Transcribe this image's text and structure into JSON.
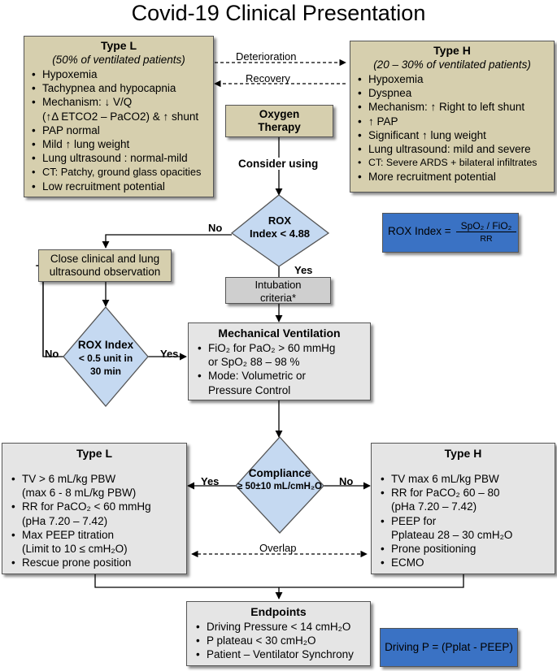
{
  "title": "Covid-19 Clinical Presentation",
  "type_l_top": {
    "title": "Type L",
    "subtitle": "(50% of ventilated patients)",
    "items": [
      [
        "Hypoxemia"
      ],
      [
        "Tachypnea and hypocapnia"
      ],
      [
        "Mechanism: ↓ V/Q",
        "(↑Δ ETCO2 – PaCO2) & ↑ shunt"
      ],
      [
        "PAP normal"
      ],
      [
        "Mild ↑ lung weight"
      ],
      [
        "Lung ultrasound : normal-mild"
      ],
      [
        "CT: Patchy, ground glass opacities"
      ],
      [
        "Low recruitment potential"
      ]
    ]
  },
  "type_h_top": {
    "title": "Type H",
    "subtitle": "(20 – 30% of ventilated patients)",
    "items": [
      [
        "Hypoxemia"
      ],
      [
        "Dyspnea"
      ],
      [
        "Mechanism: ↑ Right to left shunt"
      ],
      [
        "↑ PAP"
      ],
      [
        "Significant ↑ lung weight"
      ],
      [
        "Lung ultrasound: mild and severe"
      ],
      [
        "CT:  Severe ARDS + bilateral infiltrates"
      ],
      [
        "More recruitment potential"
      ]
    ]
  },
  "arrows": {
    "deterioration": "Deterioration",
    "recovery": "Recovery",
    "consider": "Consider using",
    "no_rox": "No",
    "yes_rox": "Yes",
    "no_rox2": "No",
    "yes_rox2": "Yes",
    "yes_comp": "Yes",
    "no_comp": "No",
    "overlap": "Overlap"
  },
  "oxygen": {
    "line1": "Oxygen",
    "line2": "Therapy"
  },
  "rox1": {
    "line1": "ROX",
    "line2": "Index < 4.88"
  },
  "rox_formula": {
    "lhs": "ROX Index = ",
    "numerator": "SpO₂ / FiO₂",
    "denominator": "RR"
  },
  "observation": {
    "line1": "Close clinical and lung",
    "line2": "ultrasound observation"
  },
  "intubation": {
    "line1": "Intubation",
    "line2": "criteria*"
  },
  "rox2": {
    "line1": "ROX Index",
    "line2": "< 0.5 unit in",
    "line3": "30 min"
  },
  "mech_vent": {
    "title": "Mechanical Ventilation",
    "items": [
      [
        "FiO₂ for PaO₂ > 60 mmHg",
        "or SpO₂ 88 – 98 %"
      ],
      [
        "Mode: Volumetric or",
        "Pressure Control"
      ]
    ]
  },
  "compliance": {
    "line1": "Compliance",
    "line2": "≥ 50±10 mL/cmH₂O"
  },
  "type_l_bottom": {
    "title": "Type L",
    "items": [
      [
        "TV > 6 mL/kg PBW",
        "(max 6 - 8 mL/kg PBW)"
      ],
      [
        "RR for PaCO₂ < 60 mmHg",
        "(pHa 7.20 – 7.42)"
      ],
      [
        "Max PEEP titration",
        "(Limit to 10 ≤ cmH₂O)"
      ],
      [
        "Rescue prone position"
      ]
    ]
  },
  "type_h_bottom": {
    "title": "Type H",
    "items": [
      [
        "TV max 6 mL/kg PBW"
      ],
      [
        "RR for PaCO₂ 60 – 80",
        "(pHa 7.20 – 7.42)"
      ],
      [
        "PEEP for",
        "Pplateau 28 – 30 cmH₂O"
      ],
      [
        "Prone positioning"
      ],
      [
        "ECMO"
      ]
    ]
  },
  "endpoints": {
    "title": "Endpoints",
    "items": [
      [
        "Driving Pressure < 14 cmH₂O"
      ],
      [
        "P plateau < 30 cmH₂O"
      ],
      [
        "Patient – Ventilator Synchrony"
      ]
    ]
  },
  "driving_p": {
    "text": "Driving P = (Pplat - PEEP)"
  },
  "colors": {
    "tan": "#d6cfae",
    "grey": "#e5e5e5",
    "diamond": "#c5d9f1",
    "blue": "#3a72c4"
  }
}
